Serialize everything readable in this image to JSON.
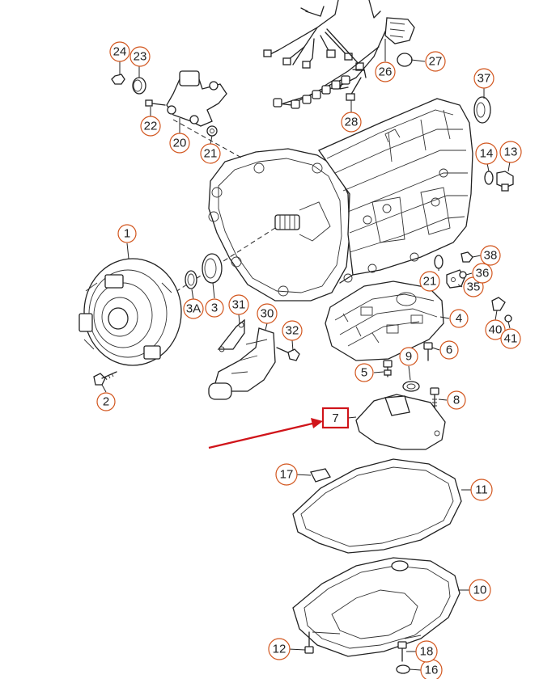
{
  "diagram": {
    "callouts": [
      {
        "id": "1",
        "label": "1"
      },
      {
        "id": "2",
        "label": "2"
      },
      {
        "id": "3",
        "label": "3"
      },
      {
        "id": "3A",
        "label": "3A"
      },
      {
        "id": "4",
        "label": "4"
      },
      {
        "id": "5",
        "label": "5"
      },
      {
        "id": "6",
        "label": "6"
      },
      {
        "id": "8",
        "label": "8"
      },
      {
        "id": "9",
        "label": "9"
      },
      {
        "id": "10",
        "label": "10"
      },
      {
        "id": "11",
        "label": "11"
      },
      {
        "id": "12",
        "label": "12"
      },
      {
        "id": "13",
        "label": "13"
      },
      {
        "id": "14",
        "label": "14"
      },
      {
        "id": "16",
        "label": "16"
      },
      {
        "id": "17",
        "label": "17"
      },
      {
        "id": "18",
        "label": "18"
      },
      {
        "id": "20",
        "label": "20"
      },
      {
        "id": "21a",
        "label": "21"
      },
      {
        "id": "21b",
        "label": "21"
      },
      {
        "id": "22",
        "label": "22"
      },
      {
        "id": "23",
        "label": "23"
      },
      {
        "id": "24",
        "label": "24"
      },
      {
        "id": "26",
        "label": "26"
      },
      {
        "id": "27",
        "label": "27"
      },
      {
        "id": "28",
        "label": "28"
      },
      {
        "id": "30",
        "label": "30"
      },
      {
        "id": "31",
        "label": "31"
      },
      {
        "id": "32",
        "label": "32"
      },
      {
        "id": "35",
        "label": "35"
      },
      {
        "id": "36",
        "label": "36"
      },
      {
        "id": "37",
        "label": "37"
      },
      {
        "id": "38",
        "label": "38"
      },
      {
        "id": "40",
        "label": "40"
      },
      {
        "id": "41",
        "label": "41"
      }
    ],
    "highlighted": {
      "label": "7"
    },
    "colors": {
      "callout_ring": "#d2561e",
      "highlight": "#d0141a",
      "line": "#222222"
    }
  }
}
